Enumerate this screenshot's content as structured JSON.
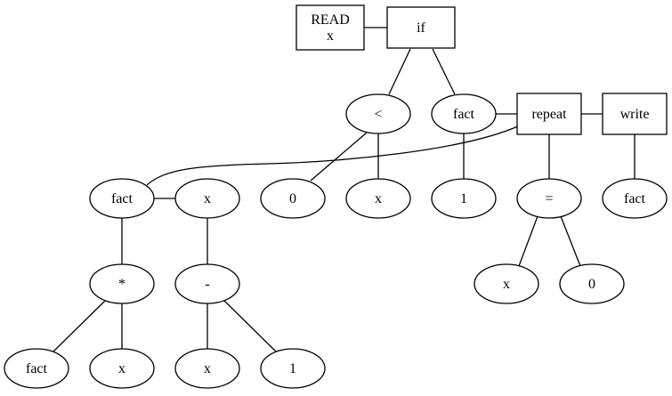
{
  "nodes": [
    {
      "id": "read",
      "shape": "box",
      "lines": [
        "READ",
        "x"
      ]
    },
    {
      "id": "if",
      "shape": "box",
      "lines": [
        "if"
      ]
    },
    {
      "id": "lt",
      "shape": "ellipse",
      "lines": [
        "<"
      ]
    },
    {
      "id": "fact1",
      "shape": "ellipse",
      "lines": [
        "fact"
      ]
    },
    {
      "id": "repeat",
      "shape": "box",
      "lines": [
        "repeat"
      ]
    },
    {
      "id": "write",
      "shape": "box",
      "lines": [
        "write"
      ]
    },
    {
      "id": "zero1",
      "shape": "ellipse",
      "lines": [
        "0"
      ]
    },
    {
      "id": "x1",
      "shape": "ellipse",
      "lines": [
        "x"
      ]
    },
    {
      "id": "one1",
      "shape": "ellipse",
      "lines": [
        "1"
      ]
    },
    {
      "id": "eq",
      "shape": "ellipse",
      "lines": [
        "="
      ]
    },
    {
      "id": "fact4",
      "shape": "ellipse",
      "lines": [
        "fact"
      ]
    },
    {
      "id": "fact2",
      "shape": "ellipse",
      "lines": [
        "fact"
      ]
    },
    {
      "id": "x2",
      "shape": "ellipse",
      "lines": [
        "x"
      ]
    },
    {
      "id": "mul",
      "shape": "ellipse",
      "lines": [
        "*"
      ]
    },
    {
      "id": "minus",
      "shape": "ellipse",
      "lines": [
        "-"
      ]
    },
    {
      "id": "x5",
      "shape": "ellipse",
      "lines": [
        "x"
      ]
    },
    {
      "id": "zero2",
      "shape": "ellipse",
      "lines": [
        "0"
      ]
    },
    {
      "id": "fact3",
      "shape": "ellipse",
      "lines": [
        "fact"
      ]
    },
    {
      "id": "x3",
      "shape": "ellipse",
      "lines": [
        "x"
      ]
    },
    {
      "id": "x4",
      "shape": "ellipse",
      "lines": [
        "x"
      ]
    },
    {
      "id": "one2",
      "shape": "ellipse",
      "lines": [
        "1"
      ]
    }
  ],
  "edges": [
    [
      "read",
      "if"
    ],
    [
      "if",
      "lt"
    ],
    [
      "if",
      "fact1"
    ],
    [
      "fact1",
      "repeat"
    ],
    [
      "repeat",
      "write"
    ],
    [
      "lt",
      "zero1"
    ],
    [
      "lt",
      "x1"
    ],
    [
      "fact1",
      "one1"
    ],
    [
      "repeat",
      "fact2"
    ],
    [
      "repeat",
      "eq"
    ],
    [
      "write",
      "fact4"
    ],
    [
      "fact2",
      "x2"
    ],
    [
      "fact2",
      "mul"
    ],
    [
      "x2",
      "minus"
    ],
    [
      "eq",
      "x5"
    ],
    [
      "eq",
      "zero2"
    ],
    [
      "mul",
      "fact3"
    ],
    [
      "mul",
      "x3"
    ],
    [
      "minus",
      "x4"
    ],
    [
      "minus",
      "one2"
    ]
  ]
}
